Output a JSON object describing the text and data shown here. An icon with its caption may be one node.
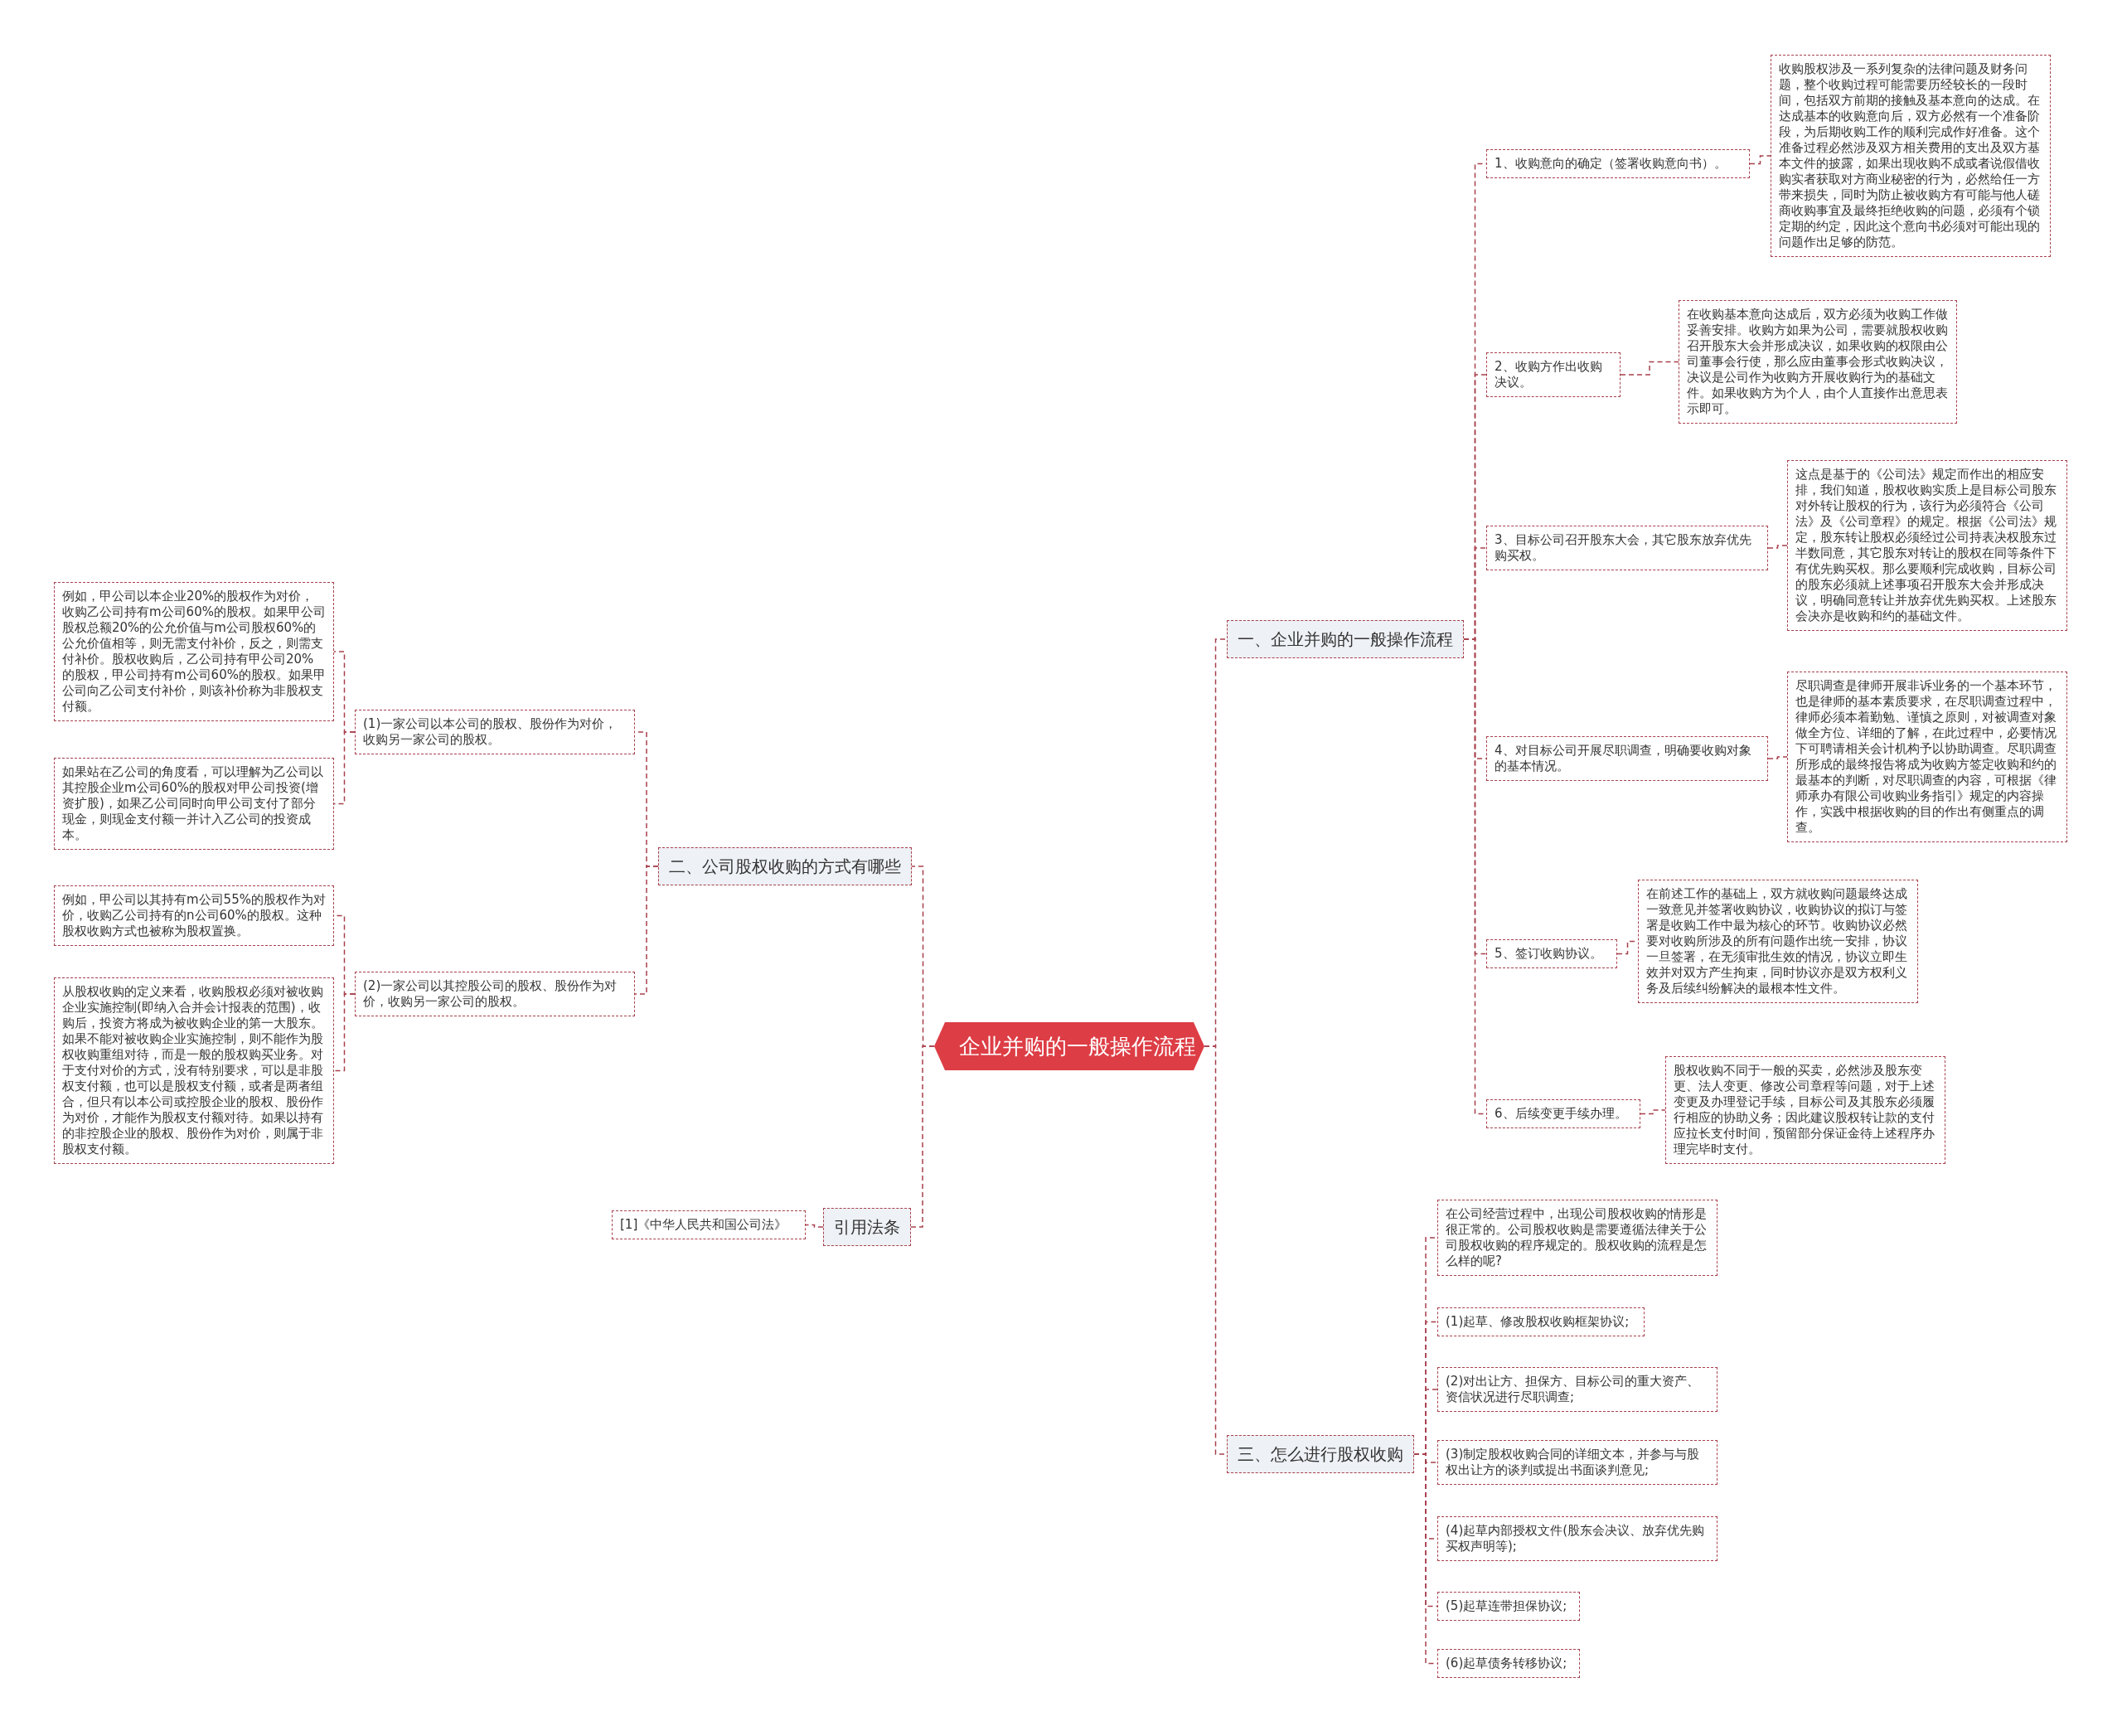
{
  "diagram": {
    "nodes": [
      {
        "text": [
          "企业并购的一般操作流程"
        ]
      },
      {
        "text": [
          "一、企业并购的一般操作流程"
        ]
      },
      {
        "text": [
          "1、收购意向的确定（签署收购意向书）。"
        ]
      },
      {
        "text": [
          "收购股权涉及一系列复杂的法律问题及财务问题，整个收购过程可能需要历经较长的一段时间，包括双方前期的接触及基本意向的达成。在达成基本的收购意向后，双方必然有一个准备阶段，为后期收购工作的顺利完成作好准备。这个准备过程必然涉及双方相关费用的支出及双方基本文件的披露，如果出现收购不成或者说假借收购实者获取对方商业秘密的行为，必然给任一方带来损失，同时为防止被收购方有可能与他人磋商收购事宜及最终拒绝收购的问题，必须有个锁定期的约定，因此这个意向书必须对可能出现的问题作出足够的防范。"
        ]
      },
      {
        "text": [
          "2、收购方作出收购决议。"
        ]
      },
      {
        "text": [
          "在收购基本意向达成后，双方必须为收购工作做妥善安排。收购方如果为公司，需要就股权收购召开股东大会并形成决议，如果收购的权限由公司董事会行使，那么应由董事会形式收购决议，决议是公司作为收购方开展收购行为的基础文件。如果收购方为个人，由个人直接作出意思表示即可。"
        ]
      },
      {
        "text": [
          "3、目标公司召开股东大会，其它股东放弃优先购买权。"
        ]
      },
      {
        "text": [
          "这点是基于的《公司法》规定而作出的相应安排，我们知道，股权收购实质上是目标公司股东对外转让股权的行为，该行为必须符合《公司法》及《公司章程》的规定。根据《公司法》规定，股东转让股权必须经过公司持表决权股东过半数同意，其它股东对转让的股权在同等条件下有优先购买权。那么要顺利完成收购，目标公司的股东必须就上述事项召开股东大会并形成决议，明确同意转让并放弃优先购买权。上述股东会决亦是收购和约的基础文件。"
        ]
      },
      {
        "text": [
          "4、对目标公司开展尽职调查，明确要收购对象的基本情况。"
        ]
      },
      {
        "text": [
          "尽职调查是律师开展非诉业务的一个基本环节，也是律师的基本素质要求，在尽职调查过程中，律师必须本着勤勉、谨慎之原则，对被调查对象做全方位、详细的了解，在此过程中，必要情况下可聘请相关会计机构予以协助调查。尽职调查所形成的最终报告将成为收购方签定收购和约的最基本的判断，对尽职调查的内容，可根据《律师承办有限公司收购业务指引》规定的内容操作，实践中根据收购的目的作出有侧重点的调查。"
        ]
      },
      {
        "text": [
          "5、签订收购协议。"
        ]
      },
      {
        "text": [
          "在前述工作的基础上，双方就收购问题最终达成一致意见并签署收购协议，收购协议的拟订与签署是收购工作中最为核心的环节。收购协议必然要对收购所涉及的所有问题作出统一安排，协议一旦签署，在无须审批生效的情况，协议立即生效并对双方产生拘束，同时协议亦是双方权利义务及后续纠纷解决的最根本性文件。"
        ]
      },
      {
        "text": [
          "6、后续变更手续办理。"
        ]
      },
      {
        "text": [
          "股权收购不同于一般的买卖，必然涉及股东变更、法人变更、修改公司章程等问题，对于上述变更及办理登记手续，目标公司及其股东必须履行相应的协助义务；因此建议股权转让款的支付应拉长支付时间，预留部分保证金待上述程序办理完毕时支付。"
        ]
      },
      {
        "text": [
          "三、怎么进行股权收购"
        ]
      },
      {
        "text": [
          "在公司经营过程中，出现公司股权收购的情形是很正常的。公司股权收购是需要遵循法律关于公司股权收购的程序规定的。股权收购的流程是怎么样的呢?"
        ]
      },
      {
        "text": [
          "(1)起草、修改股权收购框架协议;"
        ]
      },
      {
        "text": [
          "(2)对出让方、担保方、目标公司的重大资产、资信状况进行尽职调查;"
        ]
      },
      {
        "text": [
          "(3)制定股权收购合同的详细文本，并参与与股权出让方的谈判或提出书面谈判意见;"
        ]
      },
      {
        "text": [
          "(4)起草内部授权文件(股东会决议、放弃优先购买权声明等);"
        ]
      },
      {
        "text": [
          "(5)起草连带担保协议;"
        ]
      },
      {
        "text": [
          "(6)起草债务转移协议;"
        ]
      },
      {
        "text": [
          "二、公司股权收购的方式有哪些"
        ]
      },
      {
        "text": [
          "(1)一家公司以本公司的股权、股份作为对价，收购另一家公司的股权。"
        ]
      },
      {
        "text": [
          "例如，甲公司以本企业20%的股权作为对价，收购乙公司持有m公司60%的股权。如果甲公司股权总额20%的公允价值与m公司股权60%的公允价值相等，则无需支付补价，反之，则需支付补价。股权收购后，乙公司持有甲公司20%的股权，甲公司持有m公司60%的股权。如果甲公司向乙公司支付补价，则该补价称为非股权支付额。"
        ]
      },
      {
        "text": [
          "如果站在乙公司的角度看，可以理解为乙公司以其控股企业m公司60%的股权对甲公司投资(增资扩股)，如果乙公司同时向甲公司支付了部分现金，则现金支付额一并计入乙公司的投资成本。"
        ]
      },
      {
        "text": [
          "(2)一家公司以其控股公司的股权、股份作为对价，收购另一家公司的股权。"
        ]
      },
      {
        "text": [
          "例如，甲公司以其持有m公司55%的股权作为对价，收购乙公司持有的n公司60%的股权。这种股权收购方式也被称为股权置换。"
        ]
      },
      {
        "text": [
          "从股权收购的定义来看，收购股权必须对被收购企业实施控制(即纳入合并会计报表的范围)，收购后，投资方将成为被收购企业的第一大股东。如果不能对被收购企业实施控制，则不能作为股权收购重组对待，而是一般的股权购买业务。对于支付对价的方式，没有特别要求，可以是非股权支付额，也可以是股权支付额，或者是两者组合，但只有以本公司或控股企业的股权、股份作为对价，才能作为股权支付额对待。如果以持有的非控股企业的股权、股份作为对价，则属于非股权支付额。"
        ]
      },
      {
        "text": [
          "引用法条"
        ]
      },
      {
        "text": [
          "[1]《中华人民共和国公司法》"
        ]
      }
    ],
    "edges": [
      {
        "from": 0,
        "to": 1,
        "arrow": "none"
      },
      {
        "from": 1,
        "to": 2,
        "arrow": "none"
      },
      {
        "from": 2,
        "to": 3,
        "arrow": "none"
      },
      {
        "from": 1,
        "to": 4,
        "arrow": "none"
      },
      {
        "from": 4,
        "to": 5,
        "arrow": "none"
      },
      {
        "from": 1,
        "to": 6,
        "arrow": "none"
      },
      {
        "from": 6,
        "to": 7,
        "arrow": "none"
      },
      {
        "from": 1,
        "to": 8,
        "arrow": "none"
      },
      {
        "from": 8,
        "to": 9,
        "arrow": "none"
      },
      {
        "from": 1,
        "to": 10,
        "arrow": "none"
      },
      {
        "from": 10,
        "to": 11,
        "arrow": "none"
      },
      {
        "from": 1,
        "to": 12,
        "arrow": "none"
      },
      {
        "from": 12,
        "to": 13,
        "arrow": "none"
      },
      {
        "from": 0,
        "to": 14,
        "arrow": "none"
      },
      {
        "from": 14,
        "to": 15,
        "arrow": "none"
      },
      {
        "from": 14,
        "to": 16,
        "arrow": "none"
      },
      {
        "from": 14,
        "to": 17,
        "arrow": "none"
      },
      {
        "from": 14,
        "to": 18,
        "arrow": "none"
      },
      {
        "from": 14,
        "to": 19,
        "arrow": "none"
      },
      {
        "from": 14,
        "to": 20,
        "arrow": "none"
      },
      {
        "from": 14,
        "to": 21,
        "arrow": "none"
      },
      {
        "from": 0,
        "to": 22,
        "arrow": "none"
      },
      {
        "from": 22,
        "to": 23,
        "arrow": "none"
      },
      {
        "from": 23,
        "to": 24,
        "arrow": "none"
      },
      {
        "from": 23,
        "to": 25,
        "arrow": "none"
      },
      {
        "from": 22,
        "to": 26,
        "arrow": "none"
      },
      {
        "from": 26,
        "to": 27,
        "arrow": "none"
      },
      {
        "from": 26,
        "to": 28,
        "arrow": "none"
      },
      {
        "from": 0,
        "to": 29,
        "arrow": "none"
      },
      {
        "from": 29,
        "to": 30,
        "arrow": "none"
      }
    ]
  }
}
